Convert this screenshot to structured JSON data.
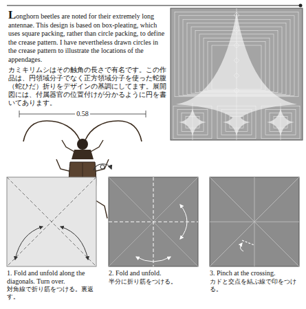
{
  "diagram": {
    "labels": [
      "Longhorn beetles are noted for their extremely long antennae. This design is based on box-pleating, which uses square packing, rather than circle packing, to define the crease pattern. I have nevertheless drawn circles in the crease pattern to illustrate the locations of the appendages.",
      "カミキリムシはその触角の長さで有名です。この作品は、円領域分子でなく正方領域分子を使った蛇腹（蛇ひだ）折りをデザインの基調にしてます。展開図には、付属器官の位置付けが分かるように円を書いてあります。",
      "0.58",
      "1. Fold and unfold along the diagonals. Turn over.",
      "対角線で折り筋をつける。裏返す。",
      "2. Fold and unfold.",
      "半分に折り筋をつける。",
      "3. Pinch at the crossing.",
      "カドと交点を結ぶ線で印をつける。"
    ]
  }
}
